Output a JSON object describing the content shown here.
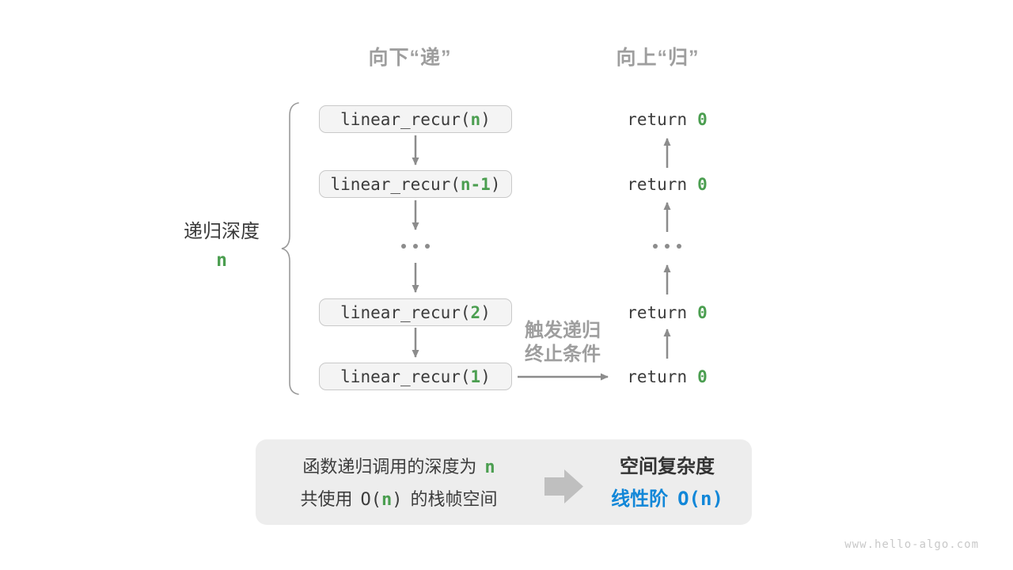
{
  "headers": {
    "descend": "向下“递”",
    "ascend": "向上“归”"
  },
  "depth_label": {
    "text": "递归深度",
    "value": "n"
  },
  "call_stack": {
    "boxes": [
      {
        "func": "linear_recur(",
        "arg": "n",
        "close": ")"
      },
      {
        "func": "linear_recur(",
        "arg": "n-1",
        "close": ")"
      },
      {
        "func": "linear_recur(",
        "arg": "2",
        "close": ")"
      },
      {
        "func": "linear_recur(",
        "arg": "1",
        "close": ")"
      }
    ]
  },
  "returns": [
    {
      "keyword": "return",
      "value": "0"
    },
    {
      "keyword": "return",
      "value": "0"
    },
    {
      "keyword": "return",
      "value": "0"
    },
    {
      "keyword": "return",
      "value": "0"
    }
  ],
  "trigger_label": {
    "line1": "触发递归",
    "line2": "终止条件"
  },
  "summary": {
    "line1_text": "函数递归调用的深度为",
    "line1_value": "n",
    "line2_prefix": "共使用",
    "line2_o_open": "O(",
    "line2_o_arg": "n",
    "line2_o_close": ")",
    "line2_suffix": "的栈帧空间",
    "conclusion_title": "空间复杂度",
    "conclusion_label": "线性阶",
    "conclusion_value": "O(n)"
  },
  "watermark": {
    "text": "www.hello-algo.com"
  },
  "colors": {
    "green_accent": "#4b9e50",
    "blue_accent": "#1287d8",
    "gray_label": "#9e9e9e",
    "dark_text": "#3b3b3b",
    "arrow_gray": "#8c8c8c",
    "box_fill": "#f4f4f4",
    "box_border": "#c9c9c9",
    "panel_fill": "#ededed",
    "block_arrow": "#bfbfbf"
  }
}
